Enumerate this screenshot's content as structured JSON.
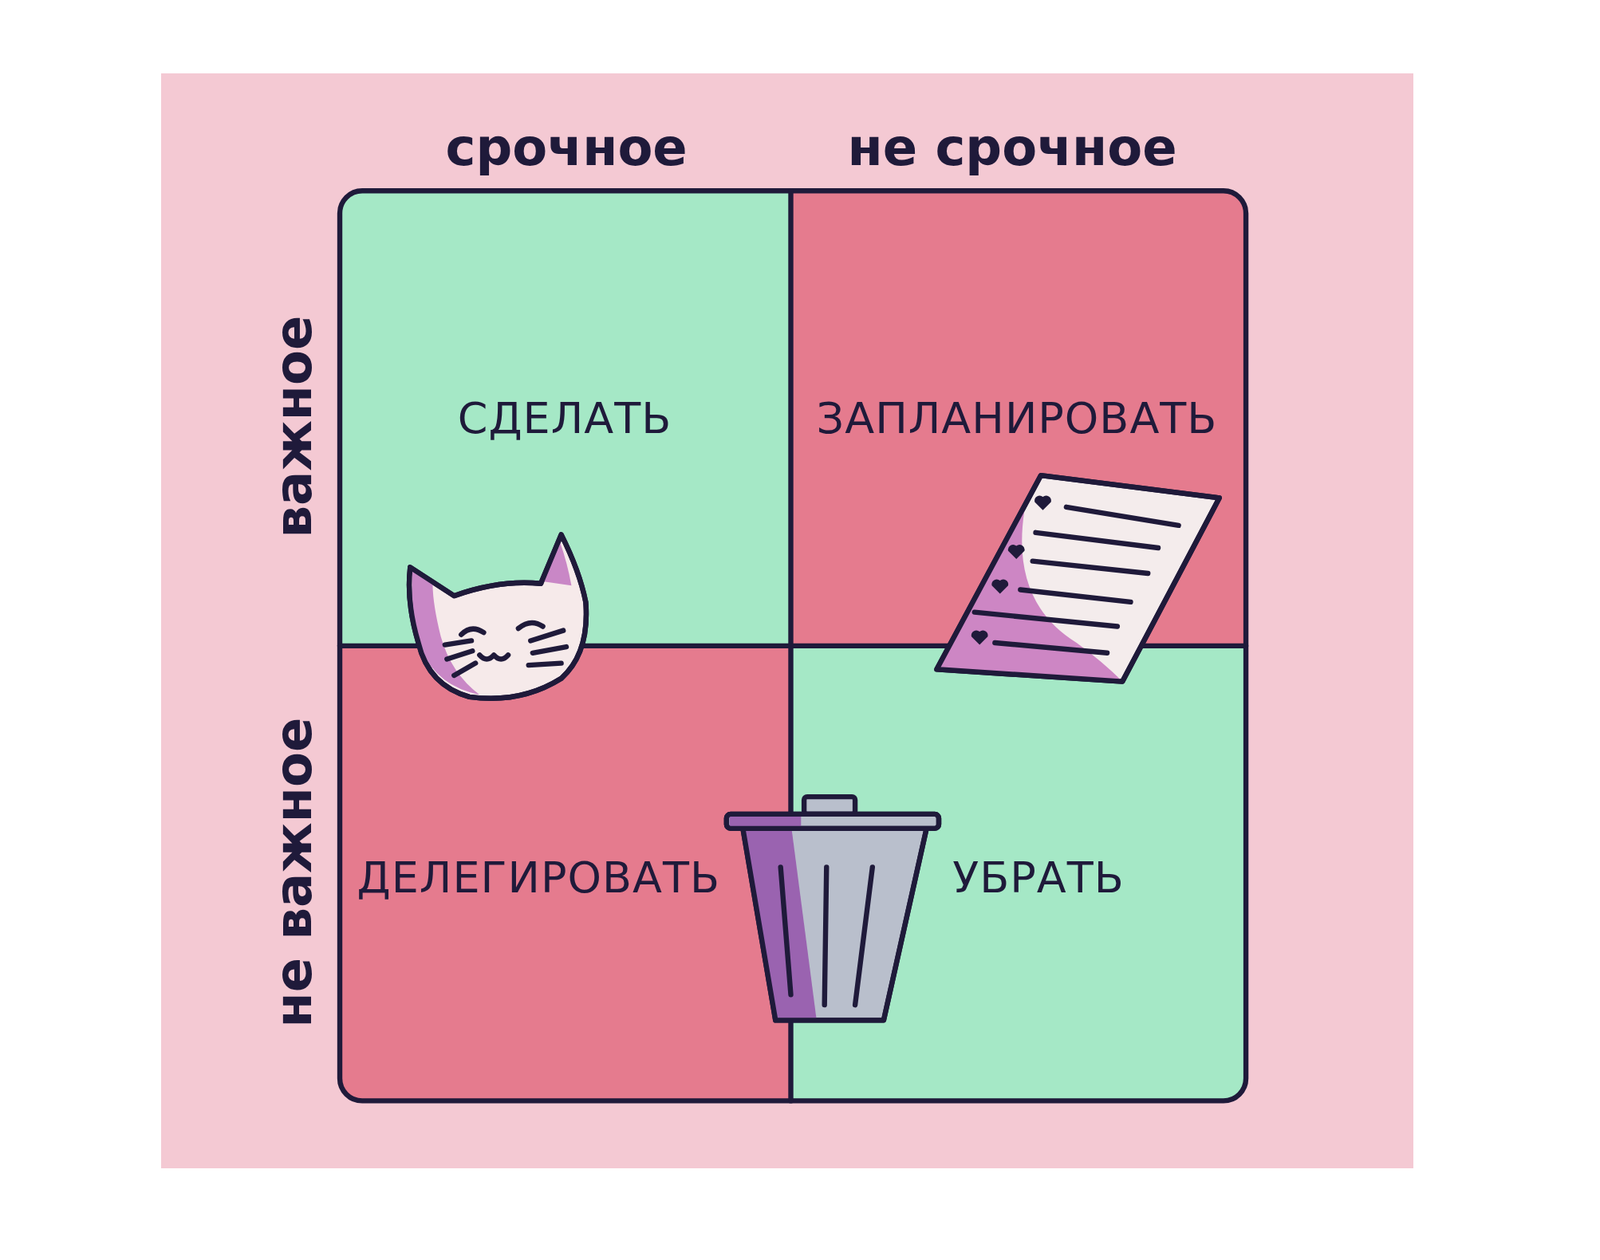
{
  "diagram": {
    "nodes": [
      {
        "text": [
          "СДЕЛАТЬ"
        ]
      },
      {
        "text": [
          "ЗАПЛАНИРОВАТЬ"
        ]
      },
      {
        "text": [
          "ДЕЛЕГИРОВАТЬ"
        ]
      },
      {
        "text": [
          "УБРАТЬ"
        ]
      }
    ],
    "labels": [
      "срочное",
      "не срочное",
      "важное",
      "не важное"
    ]
  }
}
